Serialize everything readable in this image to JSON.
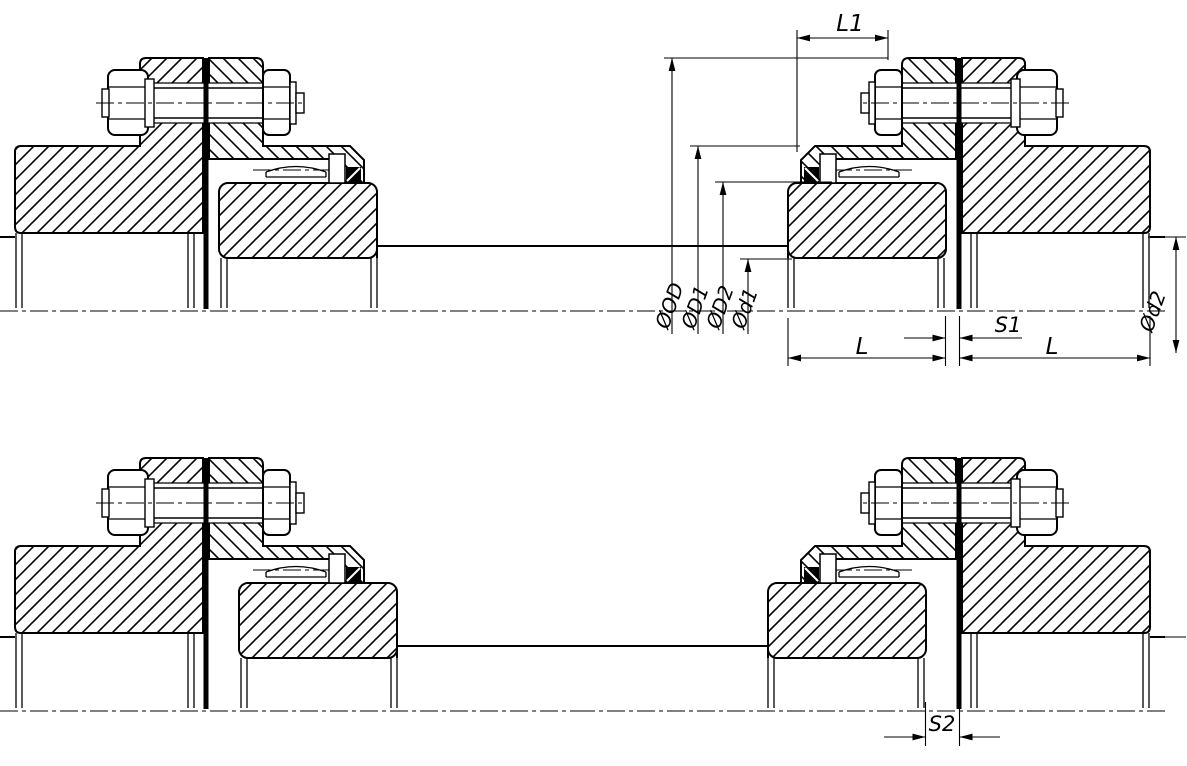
{
  "page": {
    "background": "#ffffff",
    "line_color": "#000000",
    "seal_color": "#000000",
    "description": "Gear coupling cross-section drawing, four views with dimension callouts"
  },
  "dimensions": {
    "top_right": {
      "l1": "L1",
      "od": "ØOD",
      "d1_outer": "ØD1",
      "d2_outer": "ØD2",
      "d1_bore": "Ød1",
      "d2_bore": "Ød2",
      "s1": "S1",
      "l_hub_left": "L",
      "l_hub_right": "L"
    },
    "bottom_right": {
      "s2": "S2"
    }
  }
}
